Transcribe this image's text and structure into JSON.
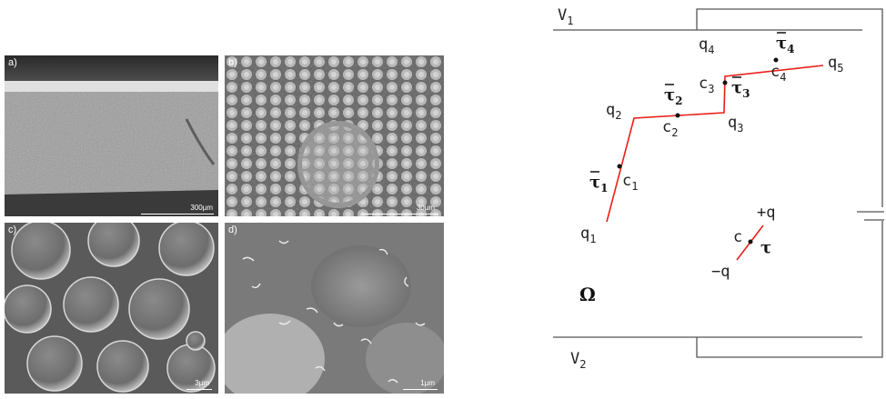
{
  "micrographs": {
    "a": {
      "label": "a)",
      "scale": "300µm"
    },
    "b": {
      "label": "b)",
      "scale": "30µm"
    },
    "c": {
      "label": "c)",
      "scale": "3µm"
    },
    "d": {
      "label": "d)",
      "scale": "1µm"
    }
  },
  "circuit": {
    "v1": "V",
    "v1_sub": "1",
    "v2": "V",
    "v2_sub": "2",
    "domain": "Ω",
    "points": {
      "q1": "q",
      "q1_sub": "1",
      "q2": "q",
      "q2_sub": "2",
      "q3": "q",
      "q3_sub": "3",
      "q4": "q",
      "q4_sub": "4",
      "q5": "q",
      "q5_sub": "5",
      "c1": "c",
      "c1_sub": "1",
      "c2": "c",
      "c2_sub": "2",
      "c3": "c",
      "c3_sub": "3",
      "c4": "c",
      "c4_sub": "4"
    },
    "taus": {
      "t1": "τ",
      "t1_sub": "1",
      "t2": "τ",
      "t2_sub": "2",
      "t3": "τ",
      "t3_sub": "3",
      "t4": "τ",
      "t4_sub": "4"
    },
    "dipole": {
      "plus": "+q",
      "minus": "−q",
      "center": "c",
      "tau": "τ"
    },
    "colors": {
      "path": "#e8201a",
      "wire": "#555555",
      "text": "#222222"
    }
  }
}
